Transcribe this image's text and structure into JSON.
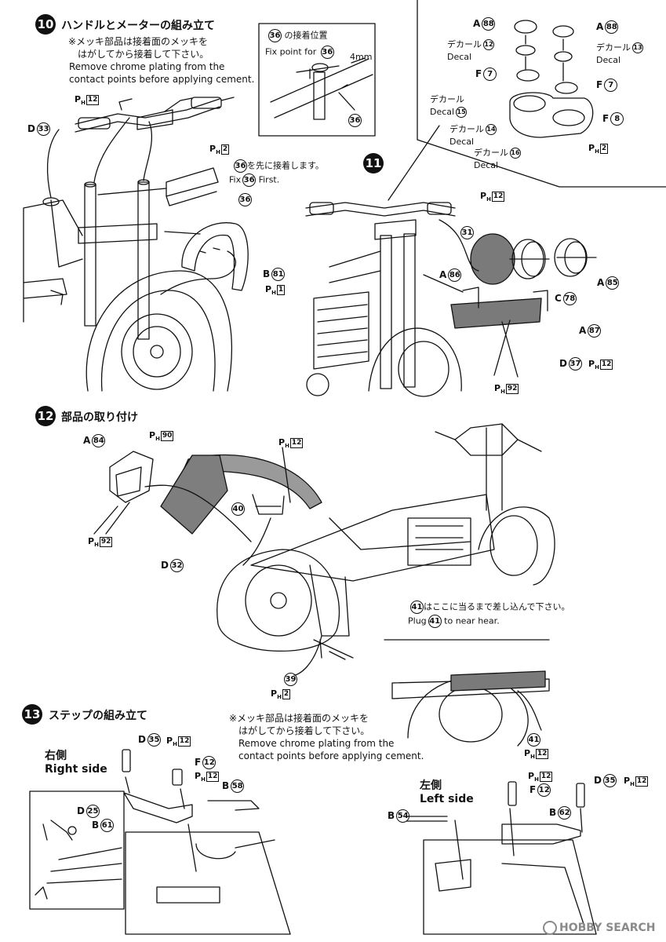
{
  "step10": {
    "num": "10",
    "title": "ハンドルとメーターの組み立て",
    "note_jp1": "※メッキ部品は接着面のメッキを",
    "note_jp2": "はがしてから接着して下さい。",
    "note_en1": "Remove chrome plating from the",
    "note_en2": "contact points before applying cement.",
    "inset_title": "の接着位置",
    "inset_part": "36",
    "inset_en": "Fix point for",
    "inset_dim": "4mm",
    "fix_first_jp": "を先に接着します。",
    "fix_first_en1": "Fix",
    "fix_first_en2": "First."
  },
  "step11": {
    "num": "11",
    "decal": "デカール",
    "decal_en": "Decal"
  },
  "step12": {
    "num": "12",
    "title": "部品の取り付け",
    "plug_jp": "はここに当るまで差し込んで下さい。",
    "plug_en1": "Plug",
    "plug_en2": "to near hear."
  },
  "step13": {
    "num": "13",
    "title": "ステップの組み立て",
    "note_jp1": "※メッキ部品は接着面のメッキを",
    "note_jp2": "はがしてから接着して下さい。",
    "note_en1": "Remove chrome plating from the",
    "note_en2": "contact points before applying cement.",
    "right_jp": "右側",
    "right_en": "Right side",
    "left_jp": "左側",
    "left_en": "Left side"
  },
  "parts": {
    "A88": "A",
    "A88n": "88",
    "F7": "F",
    "F7n": "7",
    "F8": "F",
    "F8n": "8",
    "D33": "D",
    "D33n": "33",
    "B81": "B",
    "B81n": "81",
    "A86": "A",
    "A86n": "86",
    "A85": "A",
    "A85n": "85",
    "C78": "C",
    "C78n": "78",
    "A87": "A",
    "A87n": "87",
    "D37": "D",
    "D37n": "37",
    "p31": "31",
    "p36": "36",
    "A84": "A",
    "A84n": "84",
    "D32": "D",
    "D32n": "32",
    "p40": "40",
    "p39": "39",
    "p41": "41",
    "D35": "D",
    "D35n": "35",
    "F12": "F",
    "F12n": "12",
    "B58": "B",
    "B58n": "58",
    "D25": "D",
    "D25n": "25",
    "B61": "B",
    "B61n": "61",
    "B54": "B",
    "B54n": "54",
    "B62": "B",
    "B62n": "62",
    "decal12": "12",
    "decal13": "13",
    "decal14": "14",
    "decal15": "15",
    "decal16": "16"
  },
  "sprues": {
    "P": "P",
    "H": "H",
    "n12": "12",
    "n2": "2",
    "n1": "1",
    "n90": "90",
    "n92": "92"
  },
  "watermark": "HOBBY SEARCH"
}
